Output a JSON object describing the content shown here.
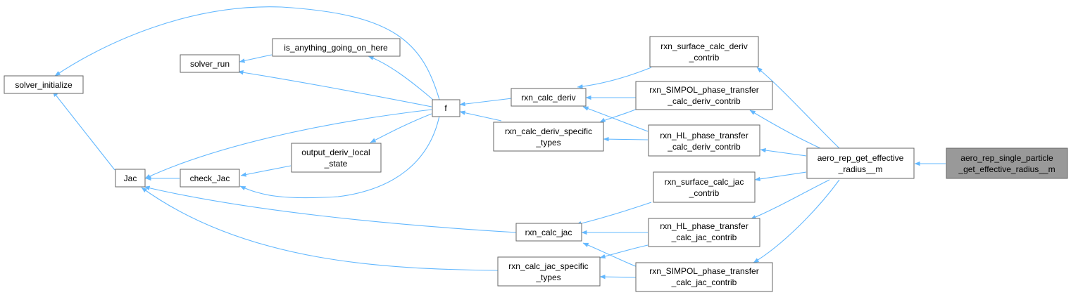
{
  "graph": {
    "edge_color": "#63b8ff",
    "current_fill": "#999999",
    "nodes": {
      "target": {
        "lines": [
          "aero_rep_single_particle",
          "_get_effective_radius__m"
        ],
        "current": true
      },
      "aero": {
        "lines": [
          "aero_rep_get_effective",
          "_radius__m"
        ]
      },
      "surfDeriv": {
        "lines": [
          "rxn_surface_calc_deriv",
          "_contrib"
        ]
      },
      "simpDeriv": {
        "lines": [
          "rxn_SIMPOL_phase_transfer",
          "_calc_deriv_contrib"
        ]
      },
      "hlDeriv": {
        "lines": [
          "rxn_HL_phase_transfer",
          "_calc_deriv_contrib"
        ]
      },
      "surfJac": {
        "lines": [
          "rxn_surface_calc_jac",
          "_contrib"
        ]
      },
      "hlJac": {
        "lines": [
          "rxn_HL_phase_transfer",
          "_calc_jac_contrib"
        ]
      },
      "simpJac": {
        "lines": [
          "rxn_SIMPOL_phase_transfer",
          "_calc_jac_contrib"
        ]
      },
      "calcDeriv": {
        "lines": [
          "rxn_calc_deriv"
        ]
      },
      "calcDerivSpec": {
        "lines": [
          "rxn_calc_deriv_specific",
          "_types"
        ]
      },
      "calcJac": {
        "lines": [
          "rxn_calc_jac"
        ]
      },
      "calcJacSpec": {
        "lines": [
          "rxn_calc_jac_specific",
          "_types"
        ]
      },
      "f": {
        "lines": [
          "f"
        ]
      },
      "anything": {
        "lines": [
          "is_anything_going_on_here"
        ]
      },
      "solverRun": {
        "lines": [
          "solver_run"
        ]
      },
      "outDeriv": {
        "lines": [
          "output_deriv_local",
          "_state"
        ]
      },
      "checkJac": {
        "lines": [
          "check_Jac"
        ]
      },
      "jac": {
        "lines": [
          "Jac"
        ]
      },
      "solverInit": {
        "lines": [
          "solver_initialize"
        ]
      }
    }
  }
}
